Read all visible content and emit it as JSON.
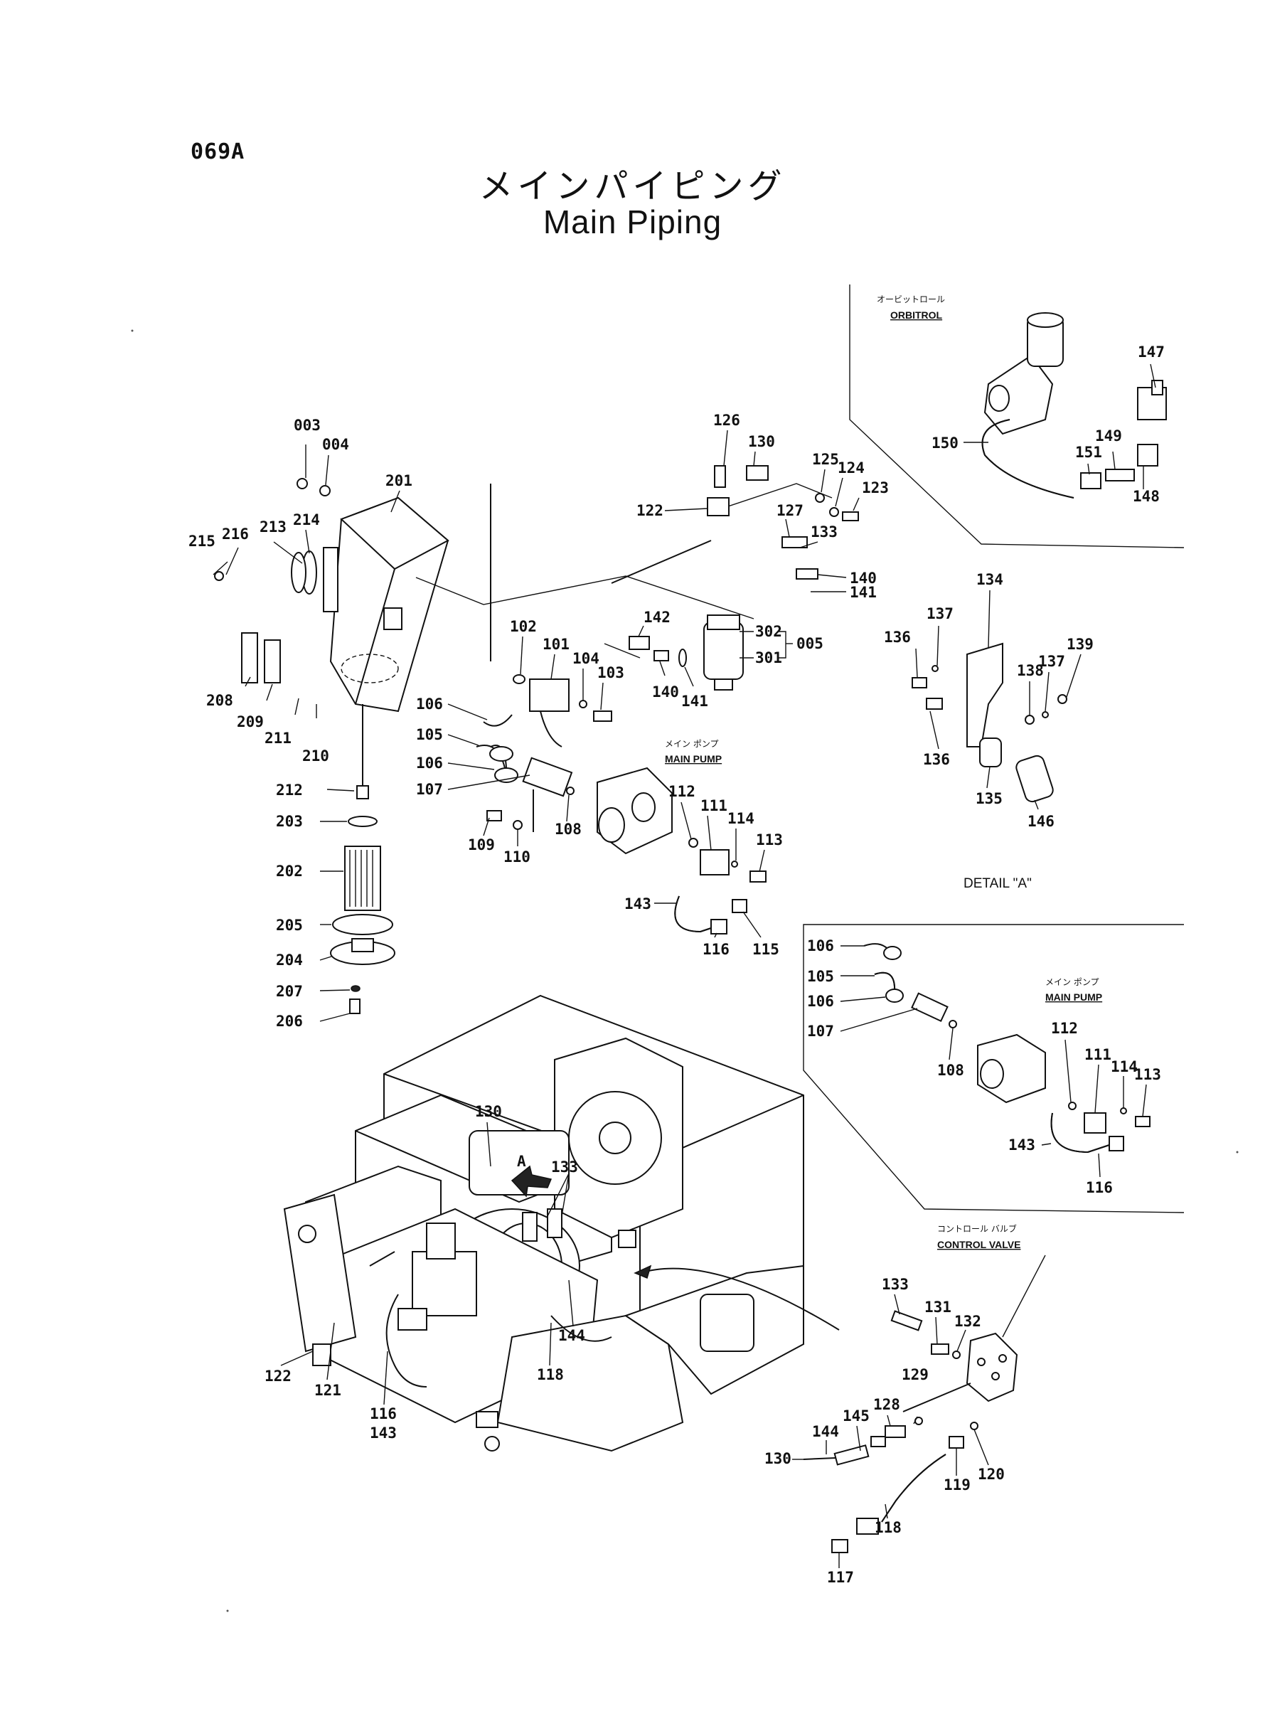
{
  "header": {
    "code": "069A",
    "title_jp": "メインパイピング",
    "title_en": "Main Piping"
  },
  "captions": {
    "orbitrol_jp": "オービットロール",
    "orbitrol_en": "ORBITROL",
    "main_pump_jp": "メイン ポンプ",
    "main_pump_en": "MAIN PUMP",
    "detail_a": "DETAIL \"A\"",
    "detail_main_pump_jp": "メイン ポンプ",
    "detail_main_pump_en": "MAIN PUMP",
    "control_valve_jp": "コントロール バルブ",
    "control_valve_en": "CONTROL VALVE",
    "arrow_a": "A"
  },
  "part_numbers": {
    "p003": "003",
    "p004": "004",
    "p201": "201",
    "p215": "215",
    "p216": "216",
    "p213": "213",
    "p214": "214",
    "p208": "208",
    "p209": "209",
    "p211": "211",
    "p210": "210",
    "p212": "212",
    "p203": "203",
    "p202": "202",
    "p205": "205",
    "p204": "204",
    "p207": "207",
    "p206": "206",
    "p126": "126",
    "p130": "130",
    "p125": "125",
    "p124": "124",
    "p123": "123",
    "p122": "122",
    "p127": "127",
    "p133": "133",
    "p140a": "140",
    "p141a": "141",
    "p142": "142",
    "p302": "302",
    "p301": "301",
    "p005": "005",
    "p140b": "140",
    "p141b": "141",
    "p102": "102",
    "p101": "101",
    "p104": "104",
    "p103": "103",
    "p106a": "106",
    "p105": "105",
    "p106b": "106",
    "p107": "107",
    "p109": "109",
    "p110": "110",
    "p108": "108",
    "p112": "112",
    "p111": "111",
    "p114": "114",
    "p113": "113",
    "p143": "143",
    "p116": "116",
    "p115": "115",
    "p147": "147",
    "p150": "150",
    "p149": "149",
    "p151": "151",
    "p148": "148",
    "p134": "134",
    "p137a": "137",
    "p136a": "136",
    "p139": "139",
    "p138": "138",
    "p137b": "137",
    "p136b": "136",
    "p135": "135",
    "p146": "146",
    "d106a": "106",
    "d105": "105",
    "d106b": "106",
    "d107": "107",
    "d108": "108",
    "d112": "112",
    "d111": "111",
    "d114": "114",
    "d113": "113",
    "d143": "143",
    "d116": "116",
    "m130": "130",
    "m133": "133",
    "m144": "144",
    "m118": "118",
    "m122": "122",
    "m121": "121",
    "m116": "116",
    "m143": "143",
    "c133": "133",
    "c131": "131",
    "c132": "132",
    "c129": "129",
    "c128": "128",
    "c145": "145",
    "c144": "144",
    "c130": "130",
    "c120": "120",
    "c119": "119",
    "c118": "118",
    "c117": "117"
  }
}
